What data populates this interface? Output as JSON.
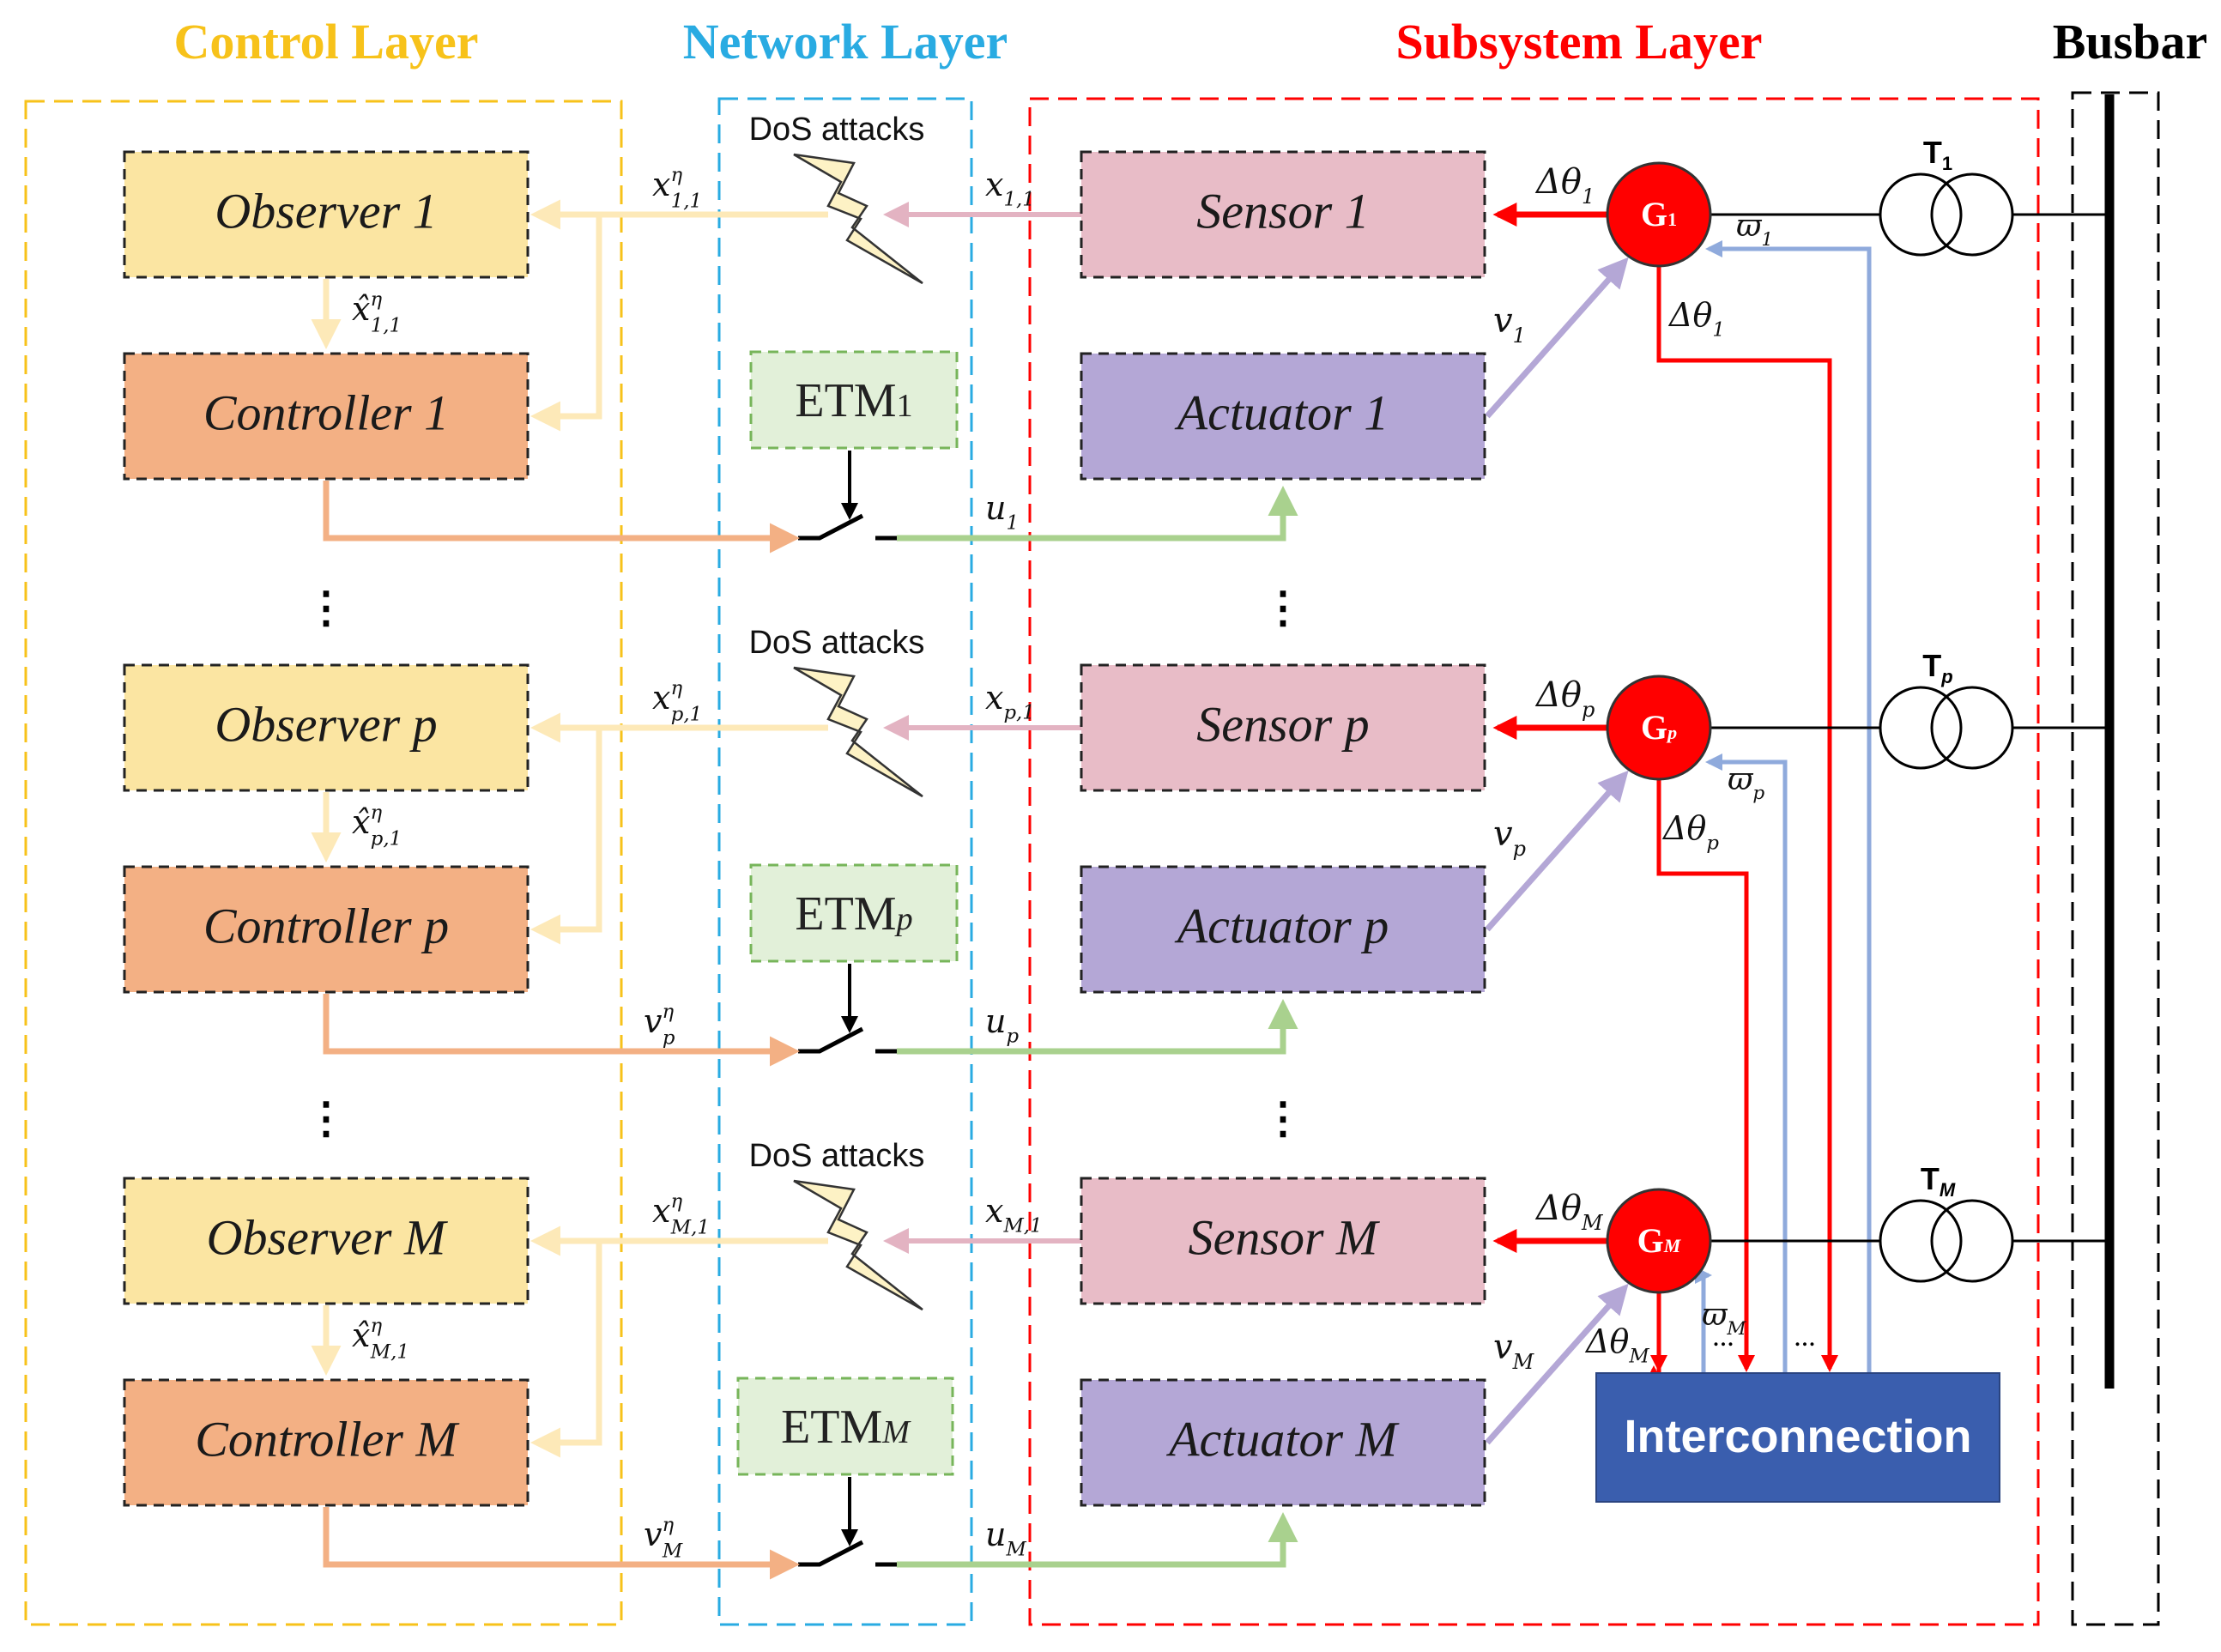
{
  "layers": {
    "control": "Control Layer",
    "network": "Network Layer",
    "subsystem": "Subsystem Layer",
    "busbar": "Busbar"
  },
  "colors": {
    "control": "#f7c21a",
    "network": "#29abe2",
    "subsystem": "#ff0000",
    "observer_fill": "#fbe5a2",
    "controller_fill": "#f3b084",
    "etm_fill": "#e2f0d9",
    "sensor_fill": "#e8bcc7",
    "actuator_fill": "#b4a7d6",
    "generator": "#ff0000",
    "interconnection": "#3a5eae"
  },
  "rows": [
    {
      "observer": "Observer 1",
      "controller": "Controller 1",
      "etm": "ETM",
      "etm_sub": "1",
      "sensor": "Sensor 1",
      "actuator": "Actuator 1",
      "generator": "G",
      "generator_sub": "1",
      "transformer": "T",
      "transformer_sub": "1",
      "dos": "DoS attacks",
      "x_plant": "x",
      "x_plant_sub": "1,1",
      "x_eta": "x",
      "x_eta_sup": "η",
      "x_eta_sub": "1,1",
      "xhat": "x̂",
      "xhat_sup": "η",
      "xhat_sub": "1,1",
      "u": "u",
      "u_sub": "1",
      "v_ctrl": "",
      "v_ctrl_sup": "",
      "v_ctrl_sub": "",
      "v": "v",
      "v_sub": "1",
      "dtheta": "Δθ",
      "dtheta_sub": "1",
      "dtheta2": "Δθ",
      "dtheta2_sub": "1",
      "omega": "ϖ",
      "omega_sub": "1"
    },
    {
      "observer": "Observer p",
      "controller": "Controller p",
      "etm": "ETM",
      "etm_sub": "p",
      "sensor": "Sensor p",
      "actuator": "Actuator p",
      "generator": "G",
      "generator_sub": "p",
      "transformer": "T",
      "transformer_sub": "p",
      "dos": "DoS attacks",
      "x_plant": "x",
      "x_plant_sub": "p,1",
      "x_eta": "x",
      "x_eta_sup": "η",
      "x_eta_sub": "p,1",
      "xhat": "x̂",
      "xhat_sup": "η",
      "xhat_sub": "p,1",
      "u": "u",
      "u_sub": "p",
      "v_ctrl": "v",
      "v_ctrl_sup": "η",
      "v_ctrl_sub": "p",
      "v": "v",
      "v_sub": "p",
      "dtheta": "Δθ",
      "dtheta_sub": "p",
      "dtheta2": "Δθ",
      "dtheta2_sub": "p",
      "omega": "ϖ",
      "omega_sub": "p"
    },
    {
      "observer": "Observer M",
      "controller": "Controller M",
      "etm": "ETM",
      "etm_sub": "M",
      "sensor": "Sensor M",
      "actuator": "Actuator M",
      "generator": "G",
      "generator_sub": "M",
      "transformer": "T",
      "transformer_sub": "M",
      "dos": "DoS attacks",
      "x_plant": "x",
      "x_plant_sub": "M,1",
      "x_eta": "x",
      "x_eta_sup": "η",
      "x_eta_sub": "M,1",
      "xhat": "x̂",
      "xhat_sup": "η",
      "xhat_sub": "M,1",
      "u": "u",
      "u_sub": "M",
      "v_ctrl": "v",
      "v_ctrl_sup": "η",
      "v_ctrl_sub": "M",
      "v": "v",
      "v_sub": "M",
      "dtheta": "Δθ",
      "dtheta_sub": "M",
      "dtheta2": "Δθ",
      "dtheta2_sub": "M",
      "omega": "ϖ",
      "omega_sub": "M"
    }
  ],
  "interconnection": "Interconnection",
  "ellipsis_v": "⋮",
  "ellipsis_h": "..."
}
